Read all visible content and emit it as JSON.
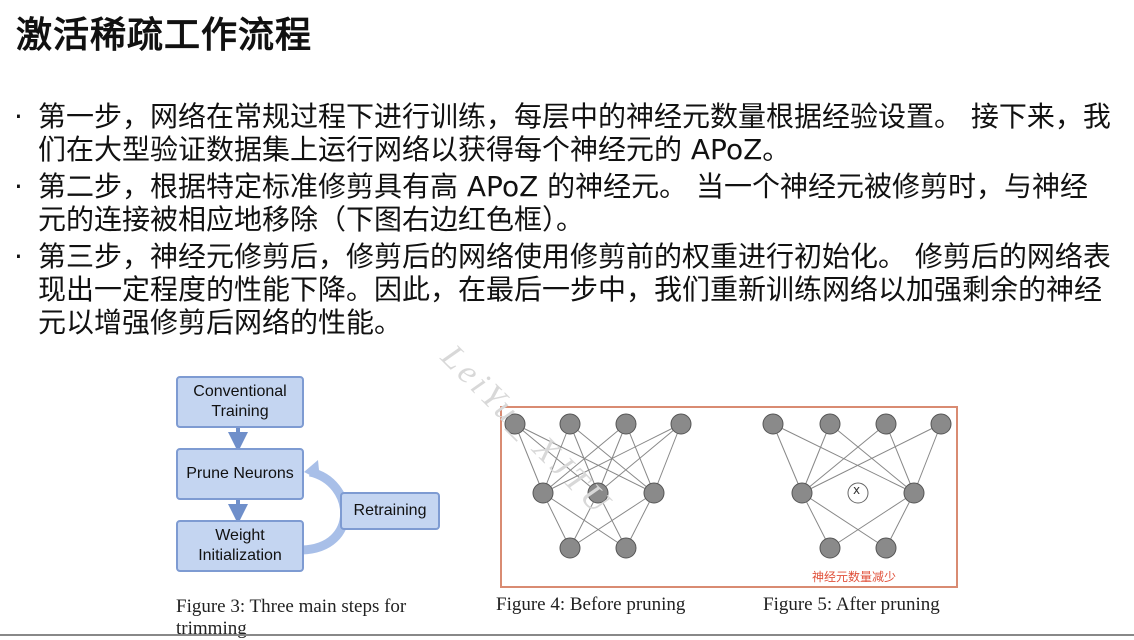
{
  "title": "激活稀疏工作流程",
  "bullets": [
    {
      "dot": "·",
      "text": "第一步，网络在常规过程下进行训练，每层中的神经元数量根据经验设置。 接下来，我们在大型验证数据集上运行网络以获得每个神经元的 APoZ。"
    },
    {
      "dot": "·",
      "text": "第二步，根据特定标准修剪具有高 APoZ 的神经元。 当一个神经元被修剪时，与神经元的连接被相应地移除（下图右边红色框）。"
    },
    {
      "dot": "·",
      "text": "第三步，神经元修剪后，修剪后的网络使用修剪前的权重进行初始化。 修剪后的网络表现出一定程度的性能下降。因此，在最后一步中，我们重新训练网络以加强剩余的神经元以增强修剪后网络的性能。"
    }
  ],
  "figure3": {
    "boxes": {
      "conventional": "Conventional Training",
      "prune": "Prune Neurons",
      "weight": "Weight Initialization",
      "retraining": "Retraining"
    },
    "caption": "Figure 3: Three main steps for trimming"
  },
  "figure4": {
    "caption": "Figure 4: Before pruning"
  },
  "figure5": {
    "caption": "Figure 5: After pruning",
    "annotation": "神经元数量减少",
    "removed_symbol": "x"
  },
  "watermark": "LeiYu_ XJTU",
  "colors": {
    "box_fill": "#c4d5f1",
    "box_border": "#7e9bd2",
    "node": "#8a8a8a",
    "red_frame": "#d98b72",
    "annotation": "#e0503a"
  }
}
